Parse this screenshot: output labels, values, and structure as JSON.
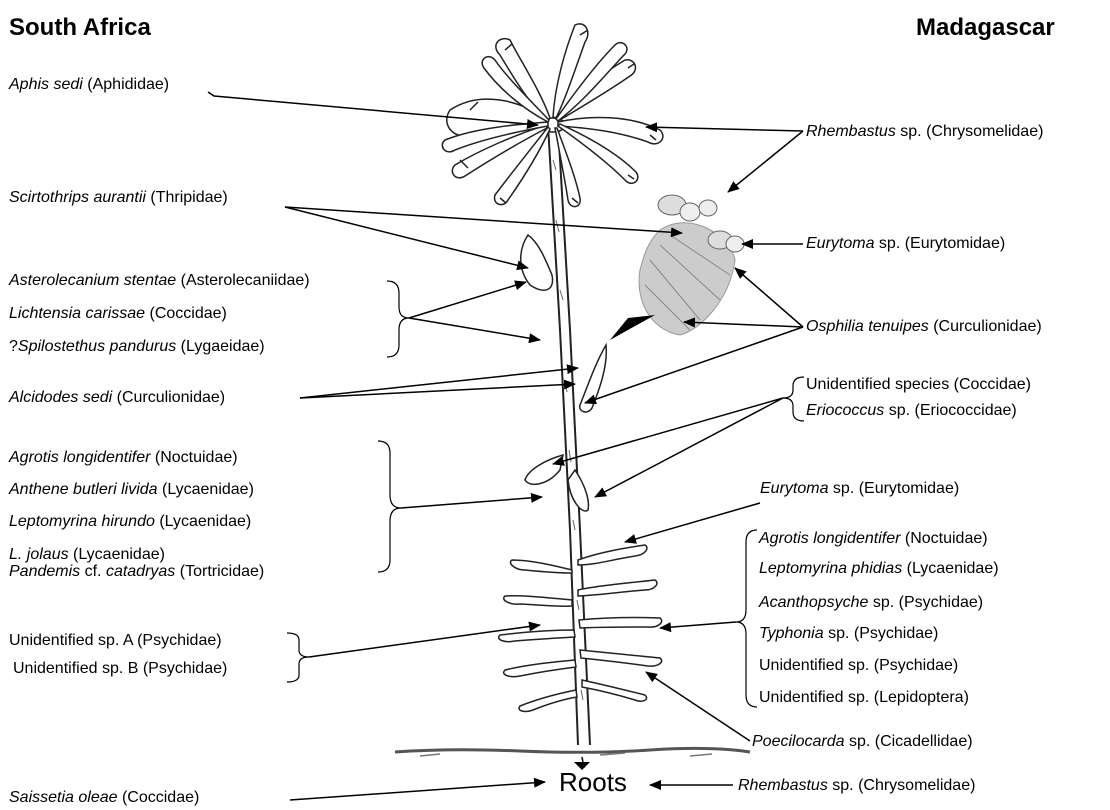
{
  "headings": {
    "left": "South Africa",
    "right": "Madagascar"
  },
  "roots_label": "Roots",
  "south_africa": {
    "aphis": {
      "species": "Aphis sedi",
      "family": " (Aphididae)"
    },
    "scirtothrips": {
      "species": "Scirtothrips aurantii",
      "family": " (Thripidae)"
    },
    "asterolecanium": {
      "species": "Asterolecanium stentae",
      "family": " (Asterolecaniidae)"
    },
    "lichtensia": {
      "species": "Lichtensia carissae",
      "family": " (Coccidae)"
    },
    "spilostethus": {
      "prefix": "?",
      "species": "Spilostethus pandurus",
      "family": " (Lygaeidae)"
    },
    "alcidodes": {
      "species": "Alcidodes sedi",
      "family": " (Curculionidae)"
    },
    "agrotis": {
      "species": "Agrotis longidentifer",
      "family": " (Noctuidae)"
    },
    "anthene": {
      "species": "Anthene butleri livida",
      "family": " (Lycaenidae)"
    },
    "leptomyrina": {
      "species": "Leptomyrina hirundo",
      "family": " (Lycaenidae)"
    },
    "ljolaus": {
      "species": "L. jolaus",
      "family": " (Lycaenidae)"
    },
    "pandemis": {
      "genus": "Pandemis",
      "cf": " cf. ",
      "epithet": "catadryas",
      "family": " (Tortricidae)"
    },
    "unid_a": "Unidentified sp. A (Psychidae)",
    "unid_b": "Unidentified sp. B (Psychidae)",
    "saissetia": {
      "species": "Saissetia oleae",
      "family": " (Coccidae)"
    }
  },
  "madagascar": {
    "rhembastus_top": {
      "genus": "Rhembastus",
      "rest": " sp. (Chrysomelidae)"
    },
    "eurytoma_top": {
      "genus": "Eurytoma",
      "rest": " sp. (Eurytomidae)"
    },
    "osphilia": {
      "species": "Osphilia tenuipes",
      "family": " (Curculionidae)"
    },
    "unid_coccidae": "Unidentified species (Coccidae)",
    "eriococcus": {
      "genus": "Eriococcus",
      "rest": " sp. (Eriococcidae)"
    },
    "eurytoma_mid": {
      "genus": "Eurytoma",
      "rest": " sp. (Eurytomidae)"
    },
    "agrotis": {
      "species": "Agrotis longidentifer",
      "family": " (Noctuidae)"
    },
    "leptomyrina": {
      "species": "Leptomyrina phidias",
      "family": " (Lycaenidae)"
    },
    "acanthopsyche": {
      "genus": "Acanthopsyche",
      "rest": " sp. (Psychidae)"
    },
    "typhonia": {
      "genus": "Typhonia",
      "rest": " sp. (Psychidae)"
    },
    "unid_psych": "Unidentified sp. (Psychidae)",
    "unid_lepid": "Unidentified sp. (Lepidoptera)",
    "poecilocarda": {
      "genus": "Poecilocarda",
      "rest": " sp. (Cicadellidae)"
    },
    "rhembastus_bottom": {
      "genus": "Rhembastus",
      "rest": " sp. (Chrysomelidae)"
    }
  }
}
